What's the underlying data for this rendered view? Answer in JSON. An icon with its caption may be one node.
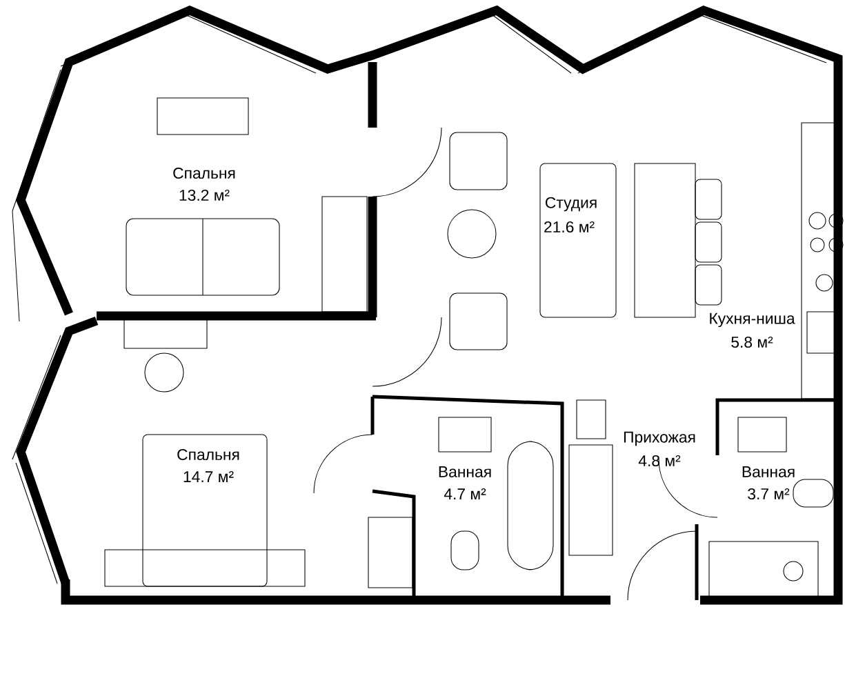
{
  "diagram": {
    "labels": [
      "Спальня",
      "13.2 м²",
      "Студия",
      "21.6 м²",
      "Кухня-ниша",
      "5.8 м²",
      "Спальня",
      "14.7 м²",
      "Ванная",
      "4.7 м²",
      "Прихожая",
      "4.8 м²",
      "Ванная",
      "3.7 м²"
    ]
  }
}
